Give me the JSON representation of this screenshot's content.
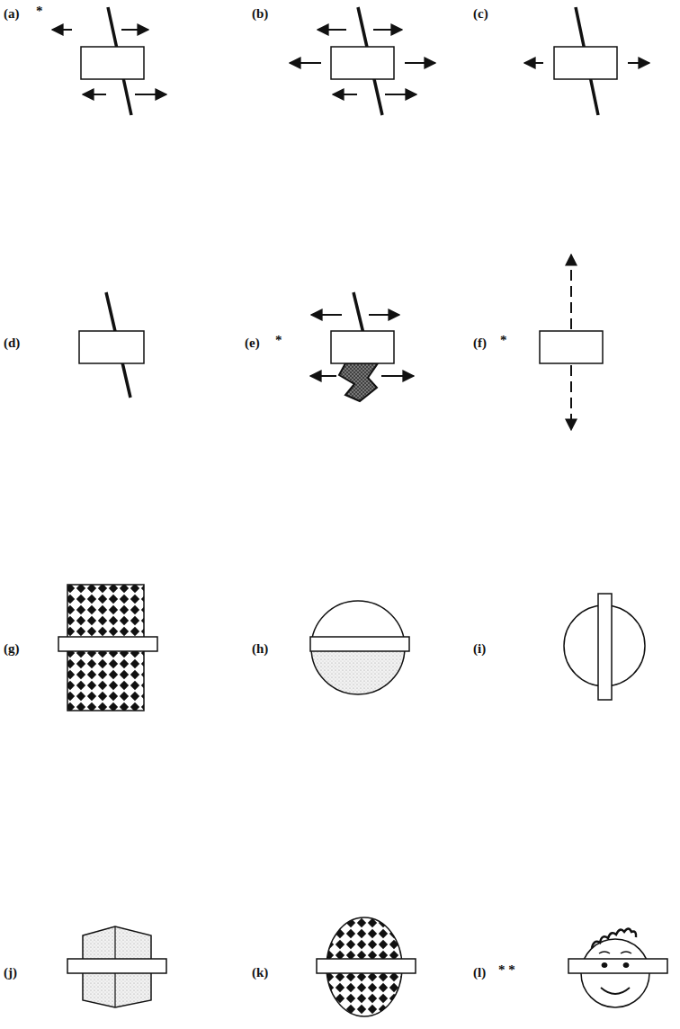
{
  "diagram": {
    "labels": [
      "(a)",
      "*",
      "(b)",
      "(c)",
      "(d)",
      "(e)",
      "*",
      "(f)",
      "*",
      "(g)",
      "(h)",
      "(i)",
      "(j)",
      "(k)",
      "(l)",
      "* *"
    ]
  }
}
